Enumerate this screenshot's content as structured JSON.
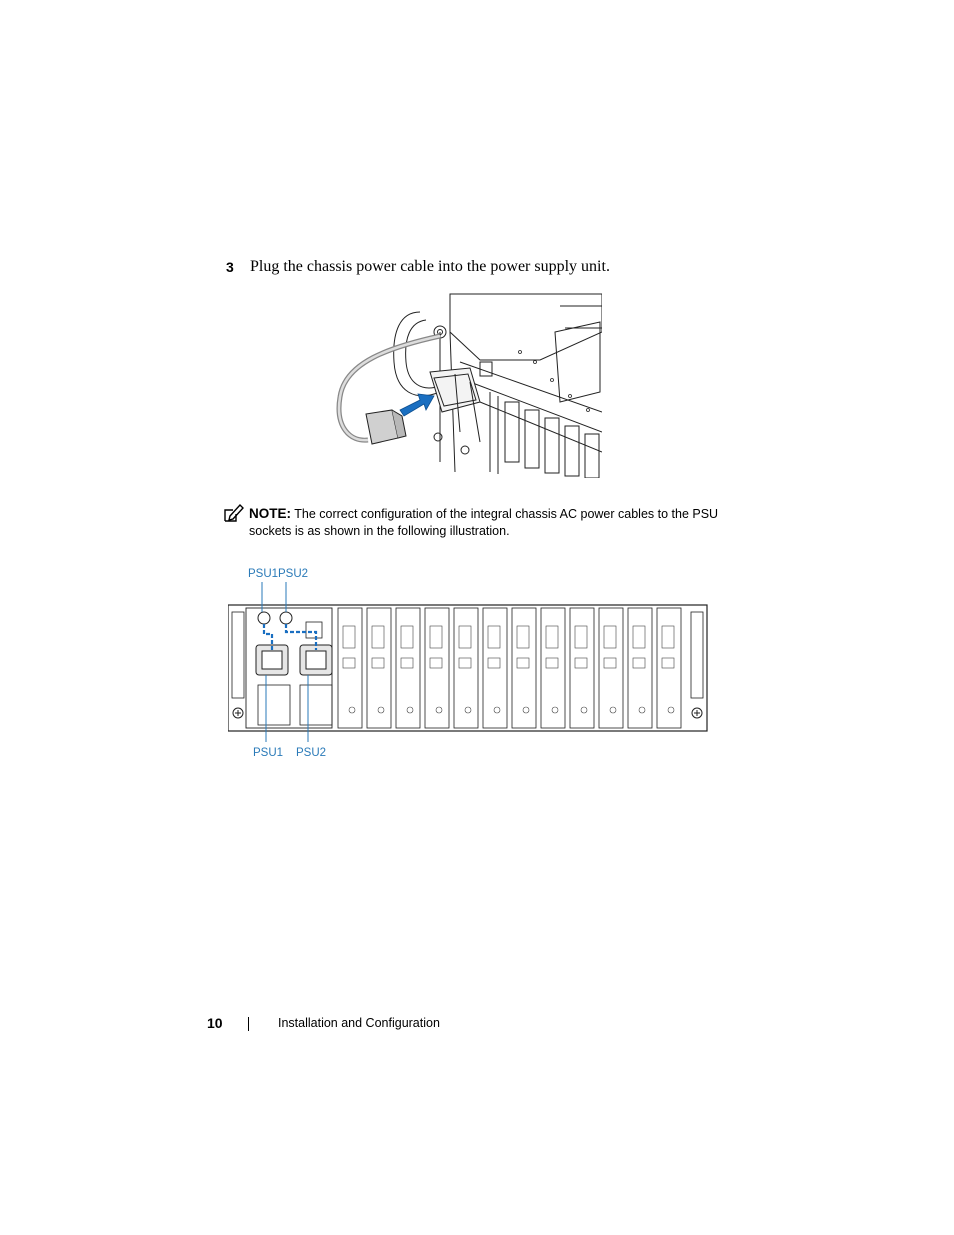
{
  "step": {
    "number": "3",
    "text": "Plug the chassis power cable into the power supply unit."
  },
  "note": {
    "label": "NOTE:",
    "text": "The correct configuration of the integral chassis AC power cables to the PSU sockets is as shown in the following illustration.",
    "icon": "note-pencil-icon"
  },
  "figure2": {
    "callouts_top": [
      "PSU1",
      "PSU2"
    ],
    "callouts_bottom": [
      "PSU1",
      "PSU2"
    ],
    "callout_color": "#2a7ab8"
  },
  "footer": {
    "page_number": "10",
    "section": "Installation and Configuration"
  }
}
